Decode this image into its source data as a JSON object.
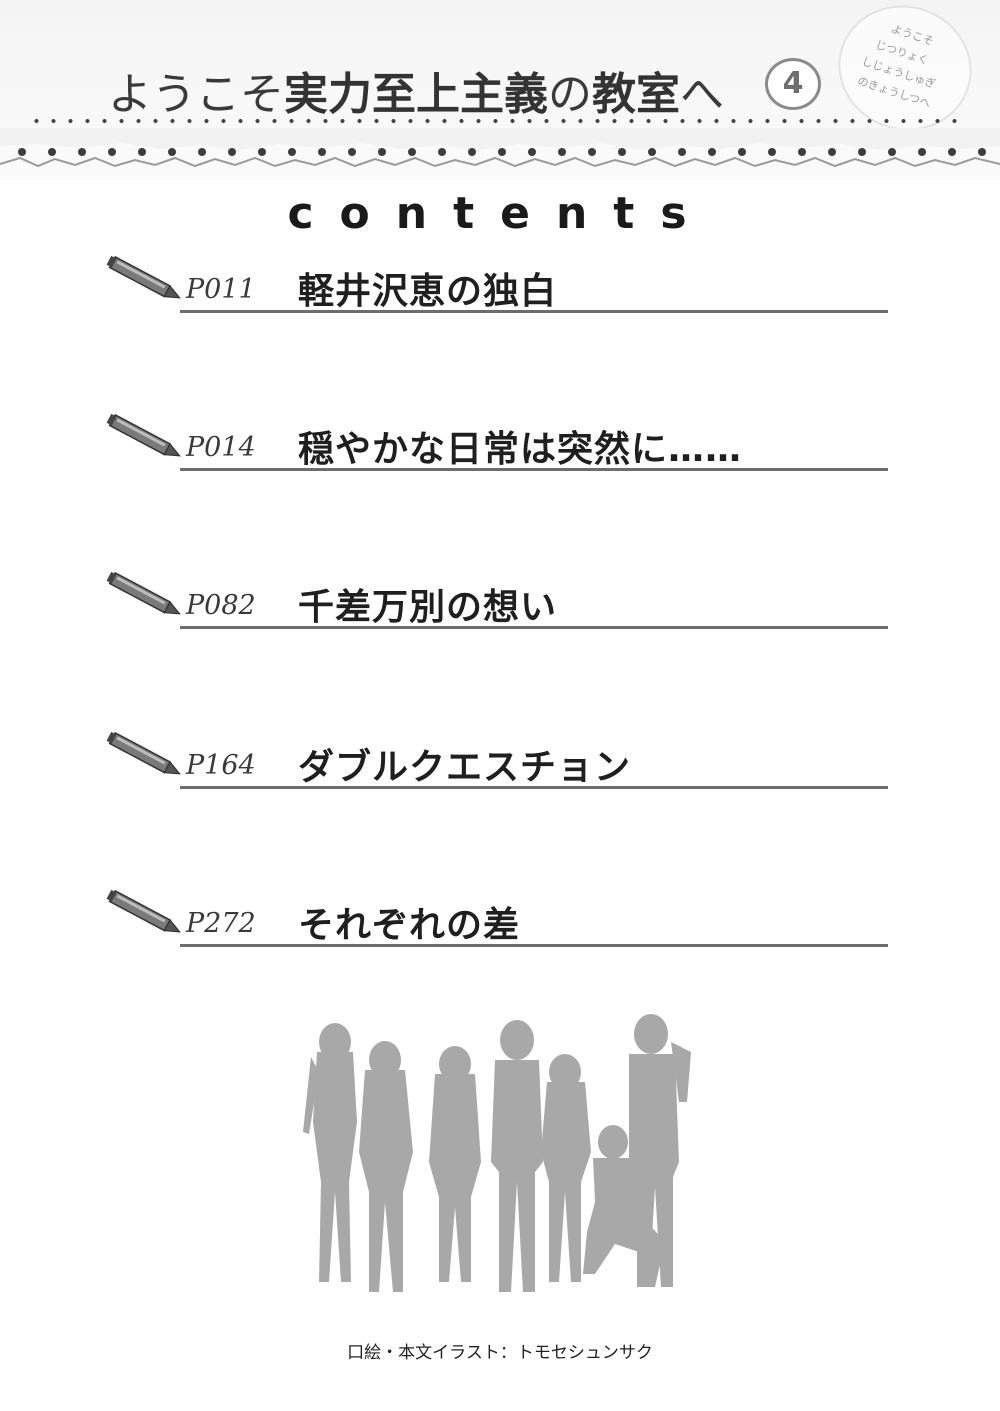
{
  "header": {
    "title_kana_1": "ようこそ",
    "title_kanji_1": "実力至上主義",
    "title_kana_2": "の",
    "title_kanji_2": "教室",
    "title_kana_3": "へ",
    "volume": "4",
    "stamp_lines": [
      "ようこそ",
      "じつりょく",
      "しじょうしゅぎ",
      "のきょうしつへ"
    ]
  },
  "contents_heading": "contents",
  "toc": [
    {
      "page": "P011",
      "title": "軽井沢恵の独白"
    },
    {
      "page": "P014",
      "title": "穏やかな日常は突然に……"
    },
    {
      "page": "P082",
      "title": "千差万別の想い"
    },
    {
      "page": "P164",
      "title": "ダブルクエスチョン"
    },
    {
      "page": "P272",
      "title": "それぞれの差"
    }
  ],
  "credit": "口絵・本文イラスト：トモセシュンサク",
  "colors": {
    "ink": "#2b2b2b",
    "silhouette": "#a8a8a8",
    "rule": "#6d6d6d"
  }
}
